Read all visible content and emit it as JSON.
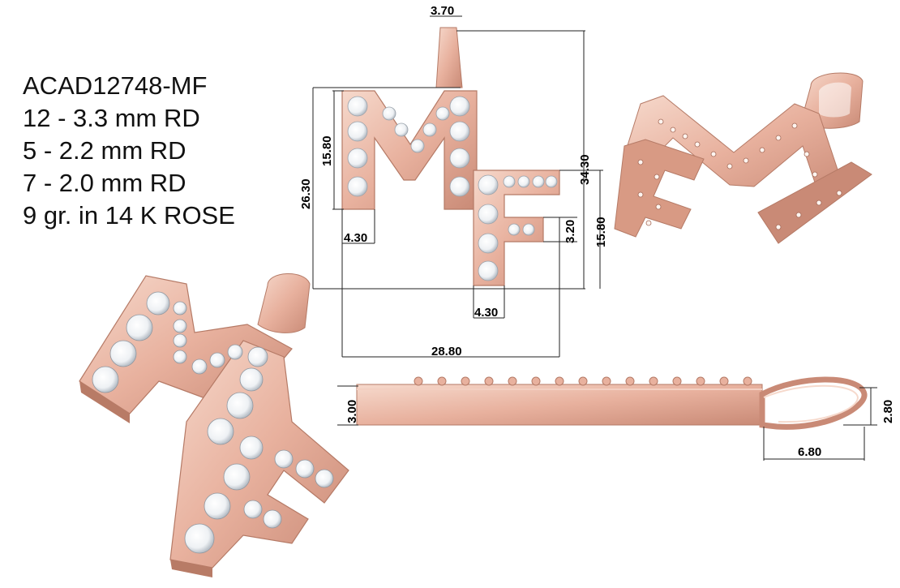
{
  "spec": {
    "code": "ACAD12748-MF",
    "lines": [
      "12 - 3.3 mm RD",
      "5 - 2.2 mm RD",
      "7 - 2.0 mm RD",
      "9 gr.  in 14 K ROSE"
    ]
  },
  "dimensions": {
    "bail_width": "3.70",
    "overall_height": "34.30",
    "m_height": "26.30",
    "m_letter_height": "15.80",
    "m_stroke_width": "4.30",
    "f_stroke_width": "4.30",
    "f_bar_height": "3.20",
    "f_height": "15.80",
    "overall_width": "28.80",
    "thickness": "3.00",
    "bail_thickness": "2.80",
    "bail_length": "6.80"
  },
  "colors": {
    "rose_gold": "#e8b19e",
    "rose_gold_dark": "#c98a76",
    "rose_gold_light": "#f6d9cc",
    "diamond": "#f4f6f8"
  }
}
